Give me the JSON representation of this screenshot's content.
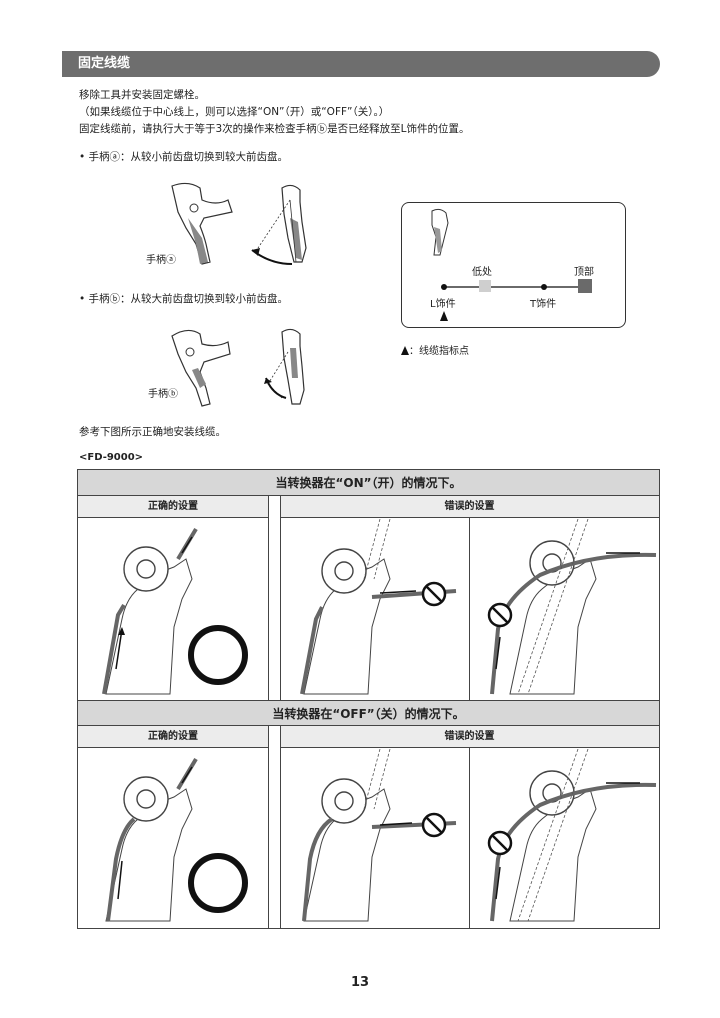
{
  "section": {
    "title": "固定线缆"
  },
  "intro": {
    "line1": "移除工具并安装固定螺栓。",
    "line2": "（如果线缆位于中心线上，则可以选择“ON”（开）或“OFF”（关）。）",
    "line3": "固定线缆前，请执行大于等于3次的操作来检查手柄ⓑ是否已经释放至L饰件的位置。"
  },
  "bullets": {
    "a": "• 手柄ⓐ：从较小前齿盘切换到较大前齿盘。",
    "b": "• 手柄ⓑ：从较大前齿盘切换到较小前齿盘。"
  },
  "lever_labels": {
    "a": "手柄ⓐ",
    "b": "手柄ⓑ"
  },
  "indicator": {
    "low": "低处",
    "top": "顶部",
    "l_trim": "L饰件",
    "t_trim": "T饰件",
    "legend": "：线缆指标点"
  },
  "reference": "参考下图所示正确地安装线缆。",
  "model": "<FD-9000>",
  "table": {
    "on_header": "当转换器在“ON”（开）的情况下。",
    "off_header": "当转换器在“OFF”（关）的情况下。",
    "correct": "正确的设置",
    "wrong": "错误的设置"
  },
  "page_number": "13",
  "colors": {
    "banner": "#6e6e6e",
    "header_bg": "#d7d7d7",
    "sub_bg": "#ececec",
    "marker": "#6a6a6a",
    "low_marker": "#cfcfcf"
  }
}
